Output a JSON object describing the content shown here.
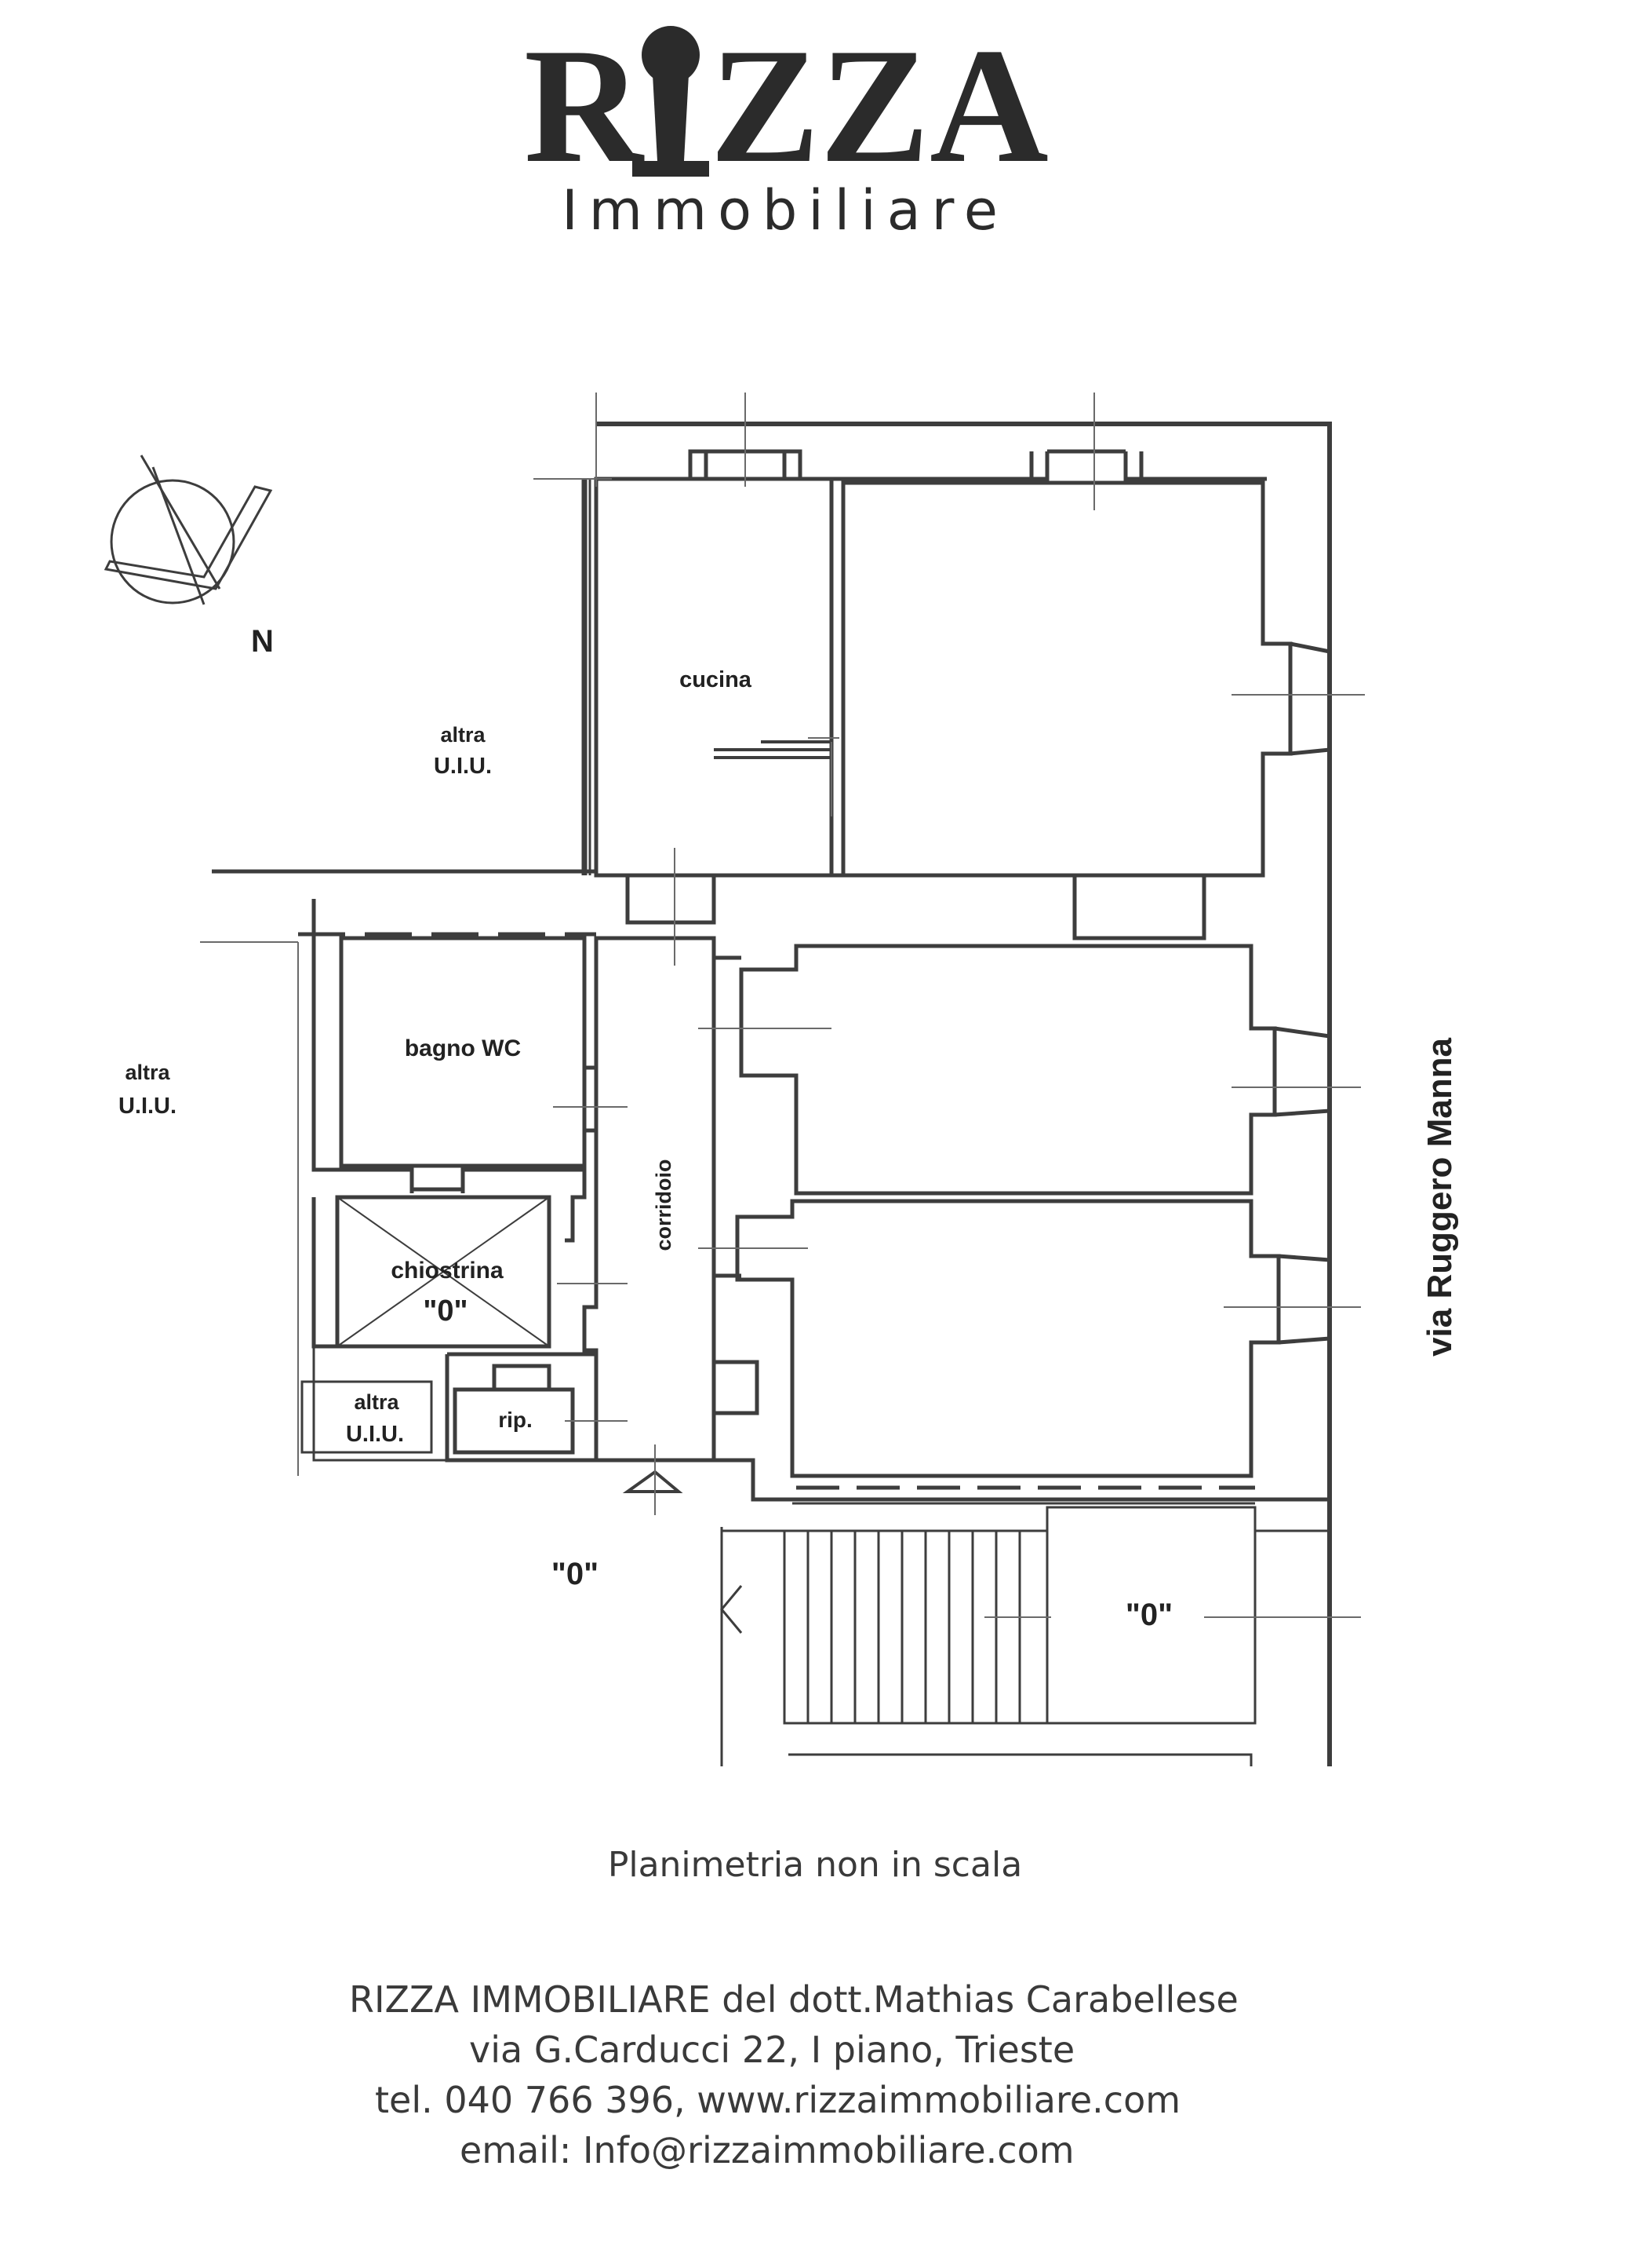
{
  "brand": {
    "name": "RIZZA",
    "tagline": "Immobiliare"
  },
  "plan": {
    "north": "N",
    "rooms": {
      "cucina": "cucina",
      "bagno": "bagno WC",
      "corridoio": "corridoio",
      "chiostrina": "chiostrina",
      "chiostrina_level": "\"0\"",
      "rip": "rip.",
      "altra_top_1": "altra",
      "altra_top_2": "U.I.U.",
      "altra_left_1": "altra",
      "altra_left_2": "U.I.U.",
      "altra_bottom_1": "altra",
      "altra_bottom_2": "U.I.U.",
      "level_bottom_left": "\"0\"",
      "level_bottom_right": "\"0\""
    },
    "street": "via Ruggero Manna"
  },
  "scale_note": "Planimetria non in scala",
  "footer": {
    "line1": "RIZZA IMMOBILIARE del dott.Mathias Carabellese",
    "line2": "via G.Carducci 22, I piano, Trieste",
    "line3": "tel. 040 766 396, www.rizzaimmobiliare.com",
    "line4": "email: Info@rizzaimmobiliare.com"
  },
  "colors": {
    "ink": "#2b2b2b",
    "line": "#444444"
  }
}
